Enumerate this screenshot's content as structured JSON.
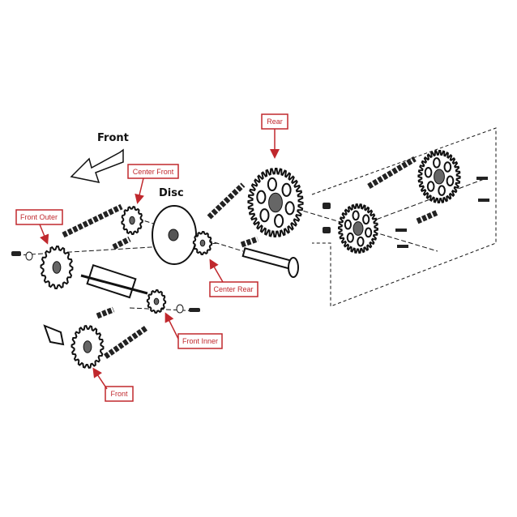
{
  "title_labels": {
    "front": "Front",
    "disc": "Disc"
  },
  "callouts": [
    {
      "id": "rear",
      "text": "Rear"
    },
    {
      "id": "center-front",
      "text": "Center Front"
    },
    {
      "id": "front-outer",
      "text": "Front Outer"
    },
    {
      "id": "center-rear",
      "text": "Center Rear"
    },
    {
      "id": "front-inner",
      "text": "Front Inner"
    },
    {
      "id": "front",
      "text": "Front"
    }
  ],
  "colors": {
    "callout": "#c0282d",
    "ink": "#111111"
  }
}
